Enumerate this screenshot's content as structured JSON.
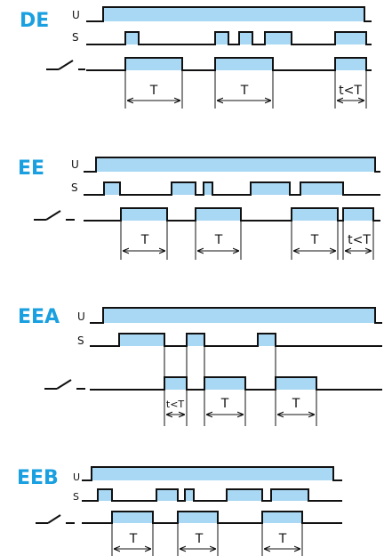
{
  "colors": {
    "accent": "#1aa0e0",
    "pulse_fill": "#a8d8f3",
    "line": "#111111"
  },
  "signal_labels": {
    "supply": "U",
    "start": "S",
    "output_icon": "contact-switch-icon"
  },
  "sections": [
    {
      "title": "DE",
      "timing_labels": [
        "T",
        "T",
        "t<T"
      ]
    },
    {
      "title": "EE",
      "timing_labels": [
        "T",
        "T",
        "T",
        "t<T"
      ]
    },
    {
      "title": "EEA",
      "timing_labels": [
        "t<T",
        "T",
        "T"
      ]
    },
    {
      "title": "EEB",
      "timing_labels": [
        "T",
        "T",
        "T"
      ]
    }
  ]
}
